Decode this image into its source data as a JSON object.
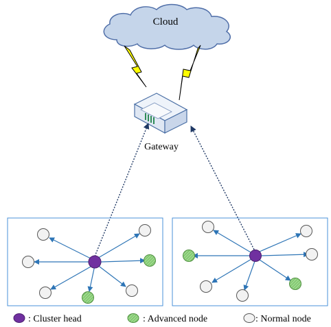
{
  "diagram": {
    "cloud_label": "Cloud",
    "gateway_label": "Gateway"
  },
  "legend": {
    "cluster_head": ": Cluster head",
    "advanced_node": ": Advanced node",
    "normal_node": ": Normal node"
  },
  "colors": {
    "cloud_fill": "#c5d5ea",
    "cloud_stroke": "#4f6ea8",
    "lightning_fill": "#ffff00",
    "cluster_head": "#7030a0",
    "advanced_node": "#8fd17e",
    "normal_node": "#f2f2f2",
    "arrow": "#2e75b6",
    "cluster_box": "#4a90d9",
    "link_dotted": "#1f3864"
  },
  "icons": {
    "gateway": "router-icon",
    "links": "lightning-icon"
  }
}
